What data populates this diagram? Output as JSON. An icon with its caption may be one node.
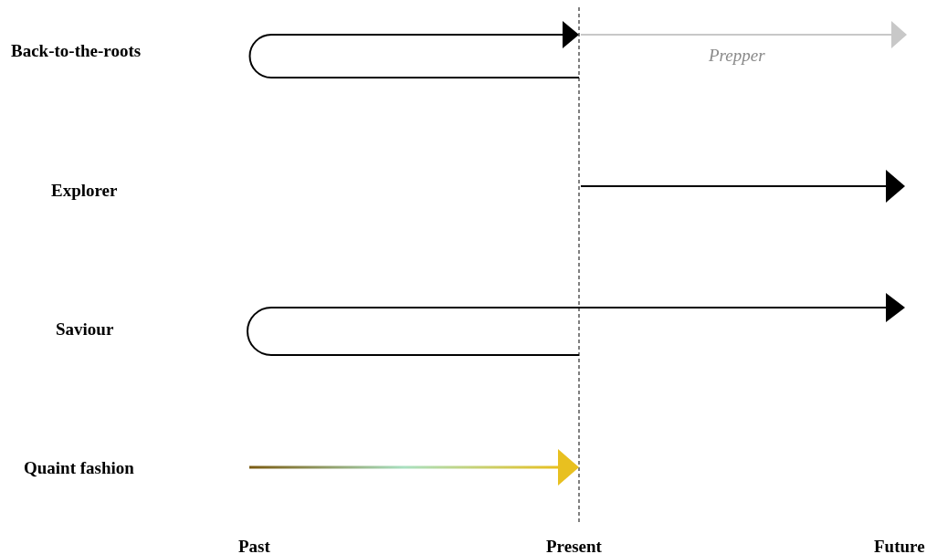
{
  "diagram": {
    "labels": [
      "Back-to-the-roots",
      "Prepper",
      "Explorer",
      "Saviour",
      "Quaint fashion",
      "Past",
      "Present",
      "Future"
    ]
  }
}
